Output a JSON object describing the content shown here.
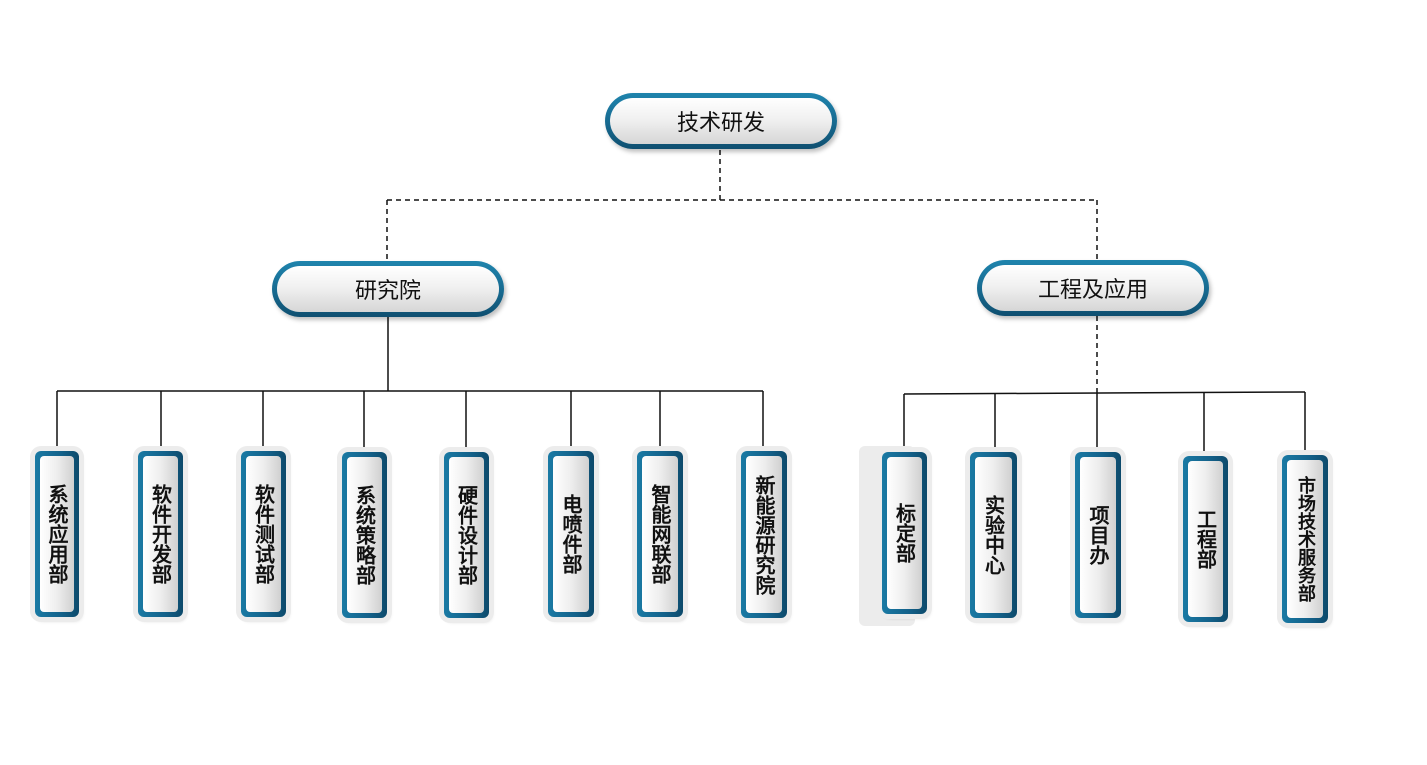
{
  "root": {
    "label": "技术研发"
  },
  "branches": [
    {
      "label": "研究院",
      "line_style": "dashed",
      "children_line_style": "solid",
      "children": [
        "系统应用部",
        "软件开发部",
        "软件测试部",
        "系统策略部",
        "硬件设计部",
        "电喷件部",
        "智能网联部",
        "新能源研究院"
      ]
    },
    {
      "label": "工程及应用",
      "line_style": "dashed",
      "children_line_style": "solid",
      "children": [
        "标定部",
        "实验中心",
        "项目办",
        "工程部",
        "市场技术服务部"
      ]
    }
  ],
  "colors": {
    "node_border": "#17698f",
    "node_fill": "#e6e6e6",
    "line": "#111111",
    "text": "#111111"
  }
}
